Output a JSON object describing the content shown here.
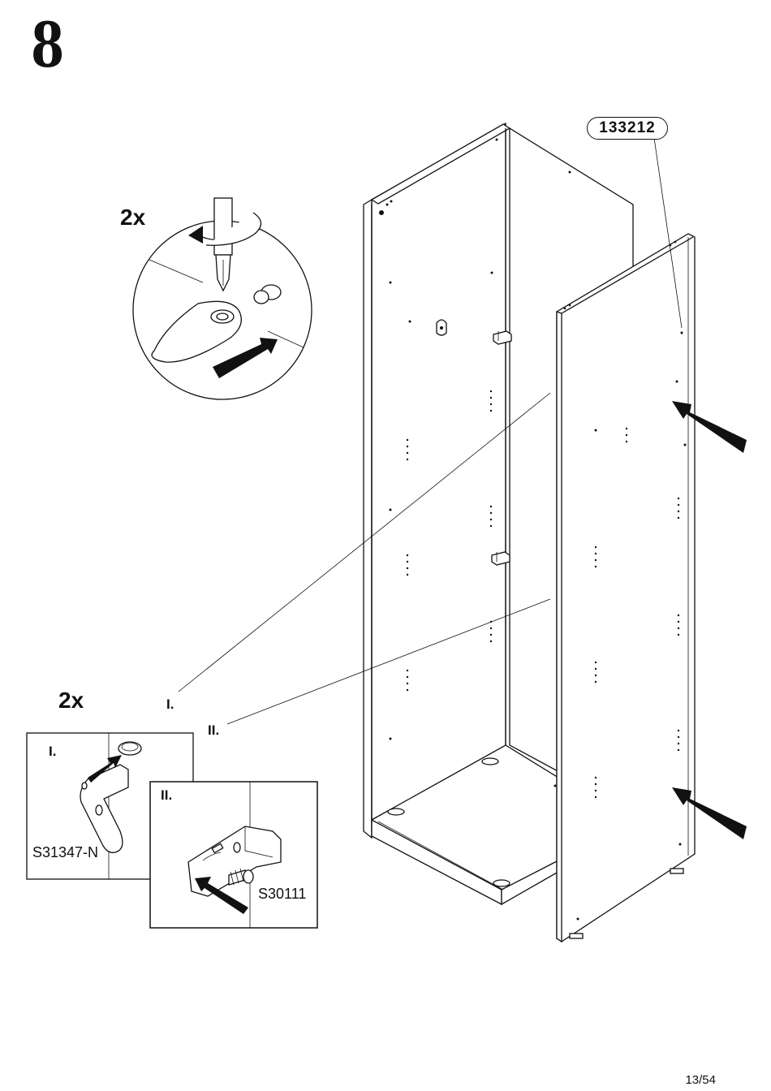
{
  "step": {
    "number": "8"
  },
  "callout_top": {
    "quantity": "2x"
  },
  "callout_bottom": {
    "quantity": "2x",
    "label_1": "I.",
    "label_2": "II."
  },
  "detail_1": {
    "label": "I.",
    "part_code": "S31347-N"
  },
  "detail_2": {
    "label": "II.",
    "part_code": "S30111"
  },
  "panel_part": {
    "number": "133212"
  },
  "footer": {
    "page": "13/54"
  }
}
